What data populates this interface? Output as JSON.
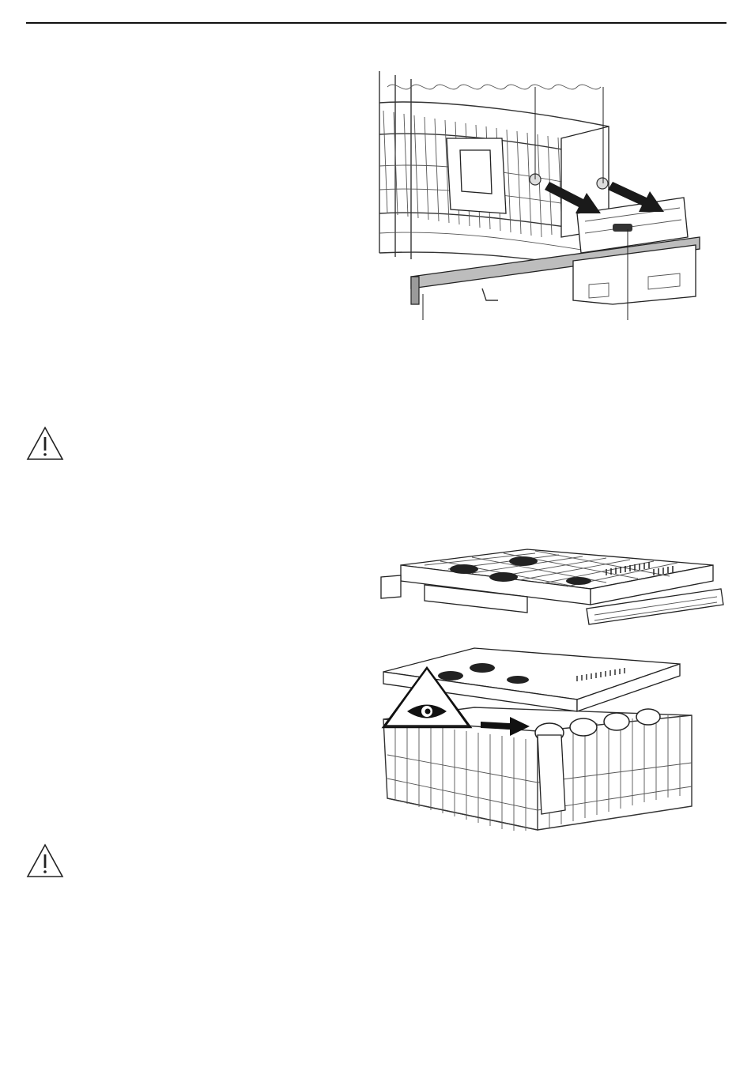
{
  "page": {
    "header_rule": true
  },
  "figures": [
    {
      "name": "upper-basket-adjustment-figure",
      "icon": "basket-release-arrows-illustration"
    },
    {
      "name": "cutlery-tray-figure",
      "icon": "cutlery-tray-illustration"
    },
    {
      "name": "tray-and-basket-check-figure",
      "icon": "eye-warning-triangle-illustration"
    }
  ],
  "warnings": [
    {
      "icon": "warning-triangle-icon"
    },
    {
      "icon": "warning-triangle-icon"
    }
  ],
  "colors": {
    "line": "#111111",
    "accent_bar": "#bdbdbd"
  }
}
